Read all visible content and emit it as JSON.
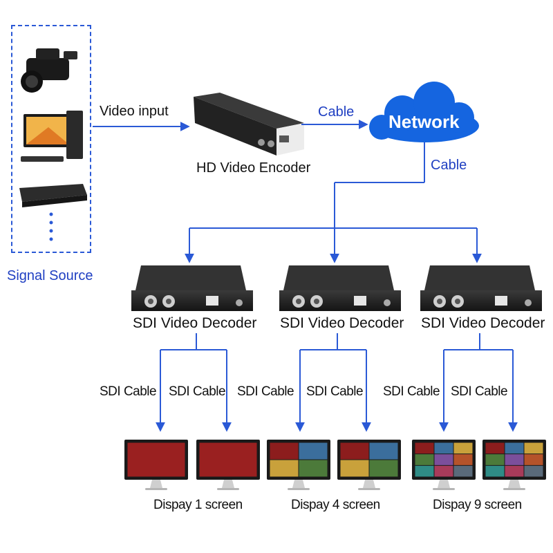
{
  "source_group": {
    "label": "Signal Source",
    "items": [
      "camcorder-icon",
      "desktop-pc-icon",
      "media-player-icon"
    ]
  },
  "edges": {
    "video_input": "Video input",
    "encoder_to_network": "Cable",
    "network_to_decoders": "Cable",
    "sdi_cable": "SDI Cable"
  },
  "encoder": {
    "label": "HD Video Encoder"
  },
  "network": {
    "label": "Network"
  },
  "decoders": [
    {
      "label": "SDI Video Decoder",
      "display_label": "Dispay 1 screen",
      "split": 1
    },
    {
      "label": "SDI Video Decoder",
      "display_label": "Dispay 4 screen",
      "split": 4
    },
    {
      "label": "SDI Video Decoder",
      "display_label": "Dispay 9 screen",
      "split": 9
    }
  ],
  "colors": {
    "arrow": "#2a59d6",
    "text_blue": "#1f3fc2",
    "cloud": "#1565e0",
    "device_body": "#2b2b2b"
  }
}
